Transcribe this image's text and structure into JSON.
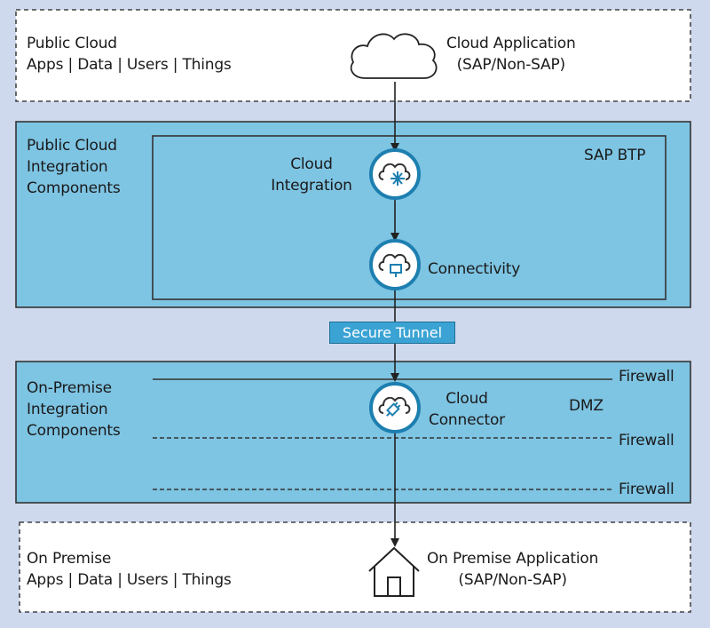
{
  "colors": {
    "page_background": "#cfd9ee",
    "zone_fill": "#7ec4e3",
    "outer_zone_fill": "#ffffff",
    "border": "#333333",
    "icon_stroke": "#1d7fb0",
    "tunnel_badge": "#3aa3d4"
  },
  "zones": {
    "public_cloud": {
      "title": "Public Cloud",
      "subtitle": "Apps | Data | Users | Things",
      "app_title": "Cloud Application",
      "app_subtitle": "(SAP/Non-SAP)",
      "icon": "cloud-icon"
    },
    "integration": {
      "title_lines": [
        "Public Cloud",
        "Integration",
        "Components"
      ],
      "platform_label": "SAP BTP",
      "cloud_integration": {
        "lines": [
          "Cloud",
          "Integration"
        ],
        "icon": "cloud-integration-icon"
      },
      "connectivity": {
        "label": "Connectivity",
        "icon": "connectivity-icon"
      }
    },
    "tunnel": {
      "label": "Secure Tunnel"
    },
    "on_premise_integration": {
      "title_lines": [
        "On-Premise",
        "Integration",
        "Components"
      ],
      "cloud_connector": {
        "lines": [
          "Cloud",
          "Connector"
        ],
        "icon": "cloud-connector-icon"
      },
      "dmz_label": "DMZ",
      "firewalls": [
        "Firewall",
        "Firewall",
        "Firewall"
      ]
    },
    "on_premise": {
      "title": "On Premise",
      "subtitle": "Apps | Data | Users | Things",
      "app_title": "On Premise Application",
      "app_subtitle": "(SAP/Non-SAP)",
      "icon": "house-icon"
    }
  }
}
